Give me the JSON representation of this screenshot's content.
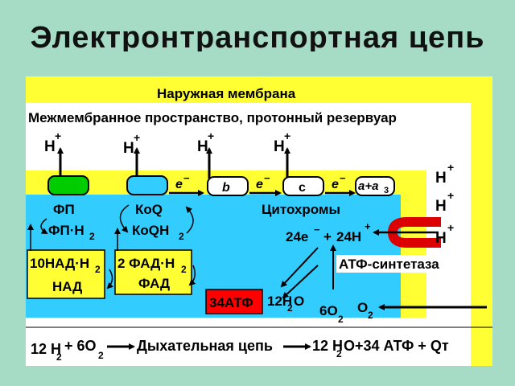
{
  "title": "Электронтранспортная цепь",
  "outer_membrane": "Наружная мембрана",
  "intermembrane_space": "Межмембранное пространство,  протонный резервуар",
  "proton": {
    "symbol": "H",
    "charge": "+"
  },
  "electron": {
    "symbol": "e",
    "charge": "−"
  },
  "cytochromes": {
    "b": "b",
    "c": "c",
    "a": "a+a",
    "a_sub": "3",
    "label": "Цитохромы"
  },
  "fp": {
    "oxidized": "ФП",
    "reduced": "ФП·Н",
    "sub": "2"
  },
  "koq": {
    "oxidized": "КоQ",
    "reduced": "КоQН",
    "sub": "2"
  },
  "nad_box": {
    "reduced_prefix": "10НАД·Н",
    "sub": "2",
    "oxidized": "НАД"
  },
  "fad_box": {
    "reduced_prefix": "2 ФАД·Н",
    "sub": "2",
    "oxidized": "ФАД"
  },
  "electron_reaction": {
    "left": "24e",
    "left_sup": "−",
    "plus": "+",
    "right": "24Н",
    "right_sup": "+"
  },
  "atp_synthase": "АТФ-синтетаза",
  "atp_product": "34АТФ",
  "water": {
    "prefix": "12Н",
    "sub": "2",
    "suffix": "О"
  },
  "oxygen": {
    "prefix": "6О",
    "sub": "2"
  },
  "o2_input": {
    "prefix": "О",
    "sub": "2"
  },
  "summary": {
    "reactant1": "12 Н",
    "sub1": "2",
    "plus1": "+ 6О",
    "sub2": "2",
    "process": "Дыхательная цепь",
    "product1": "12 Н",
    "sub3": "2",
    "product1_tail": "О+34 АТФ + Qт"
  },
  "colors": {
    "background": "#a6dcc6",
    "membrane": "#ffff33",
    "matrix": "#33ccff",
    "fp_carrier": "#00cc00",
    "atp_box": "#ff0000",
    "proton_pump": "#dd0000",
    "white": "#ffffff"
  }
}
